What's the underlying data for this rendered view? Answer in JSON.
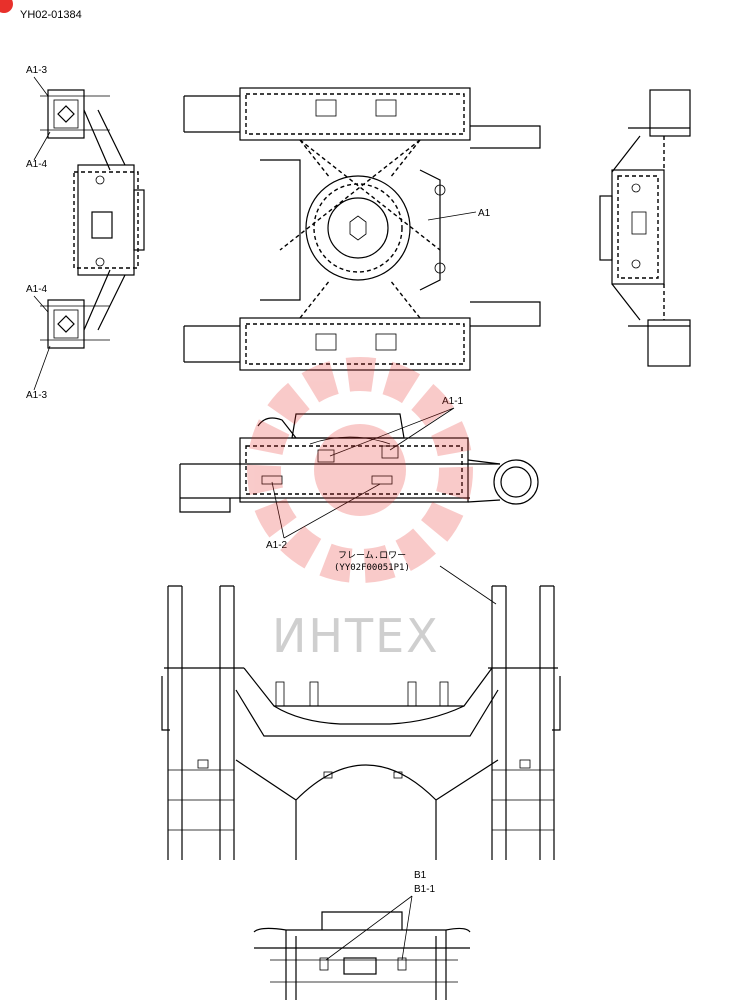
{
  "document_id": "YH02-01384",
  "watermark_text": "ИНТЕХ",
  "labels": {
    "a1": "A1",
    "a1_1": "A1-1",
    "a1_2": "A1-2",
    "a1_3_top": "A1-3",
    "a1_4_top": "A1-4",
    "a1_4_bottom": "A1-4",
    "a1_3_bottom": "A1-3",
    "b1": "B1",
    "b1_1": "B1-1"
  },
  "part_callout": {
    "name": "フレーム.ロワー",
    "number": "(YY02F00051P1)"
  },
  "colors": {
    "line": "#000000",
    "watermark_logo": "#e8302b",
    "watermark_text": "#cfcfcf"
  }
}
